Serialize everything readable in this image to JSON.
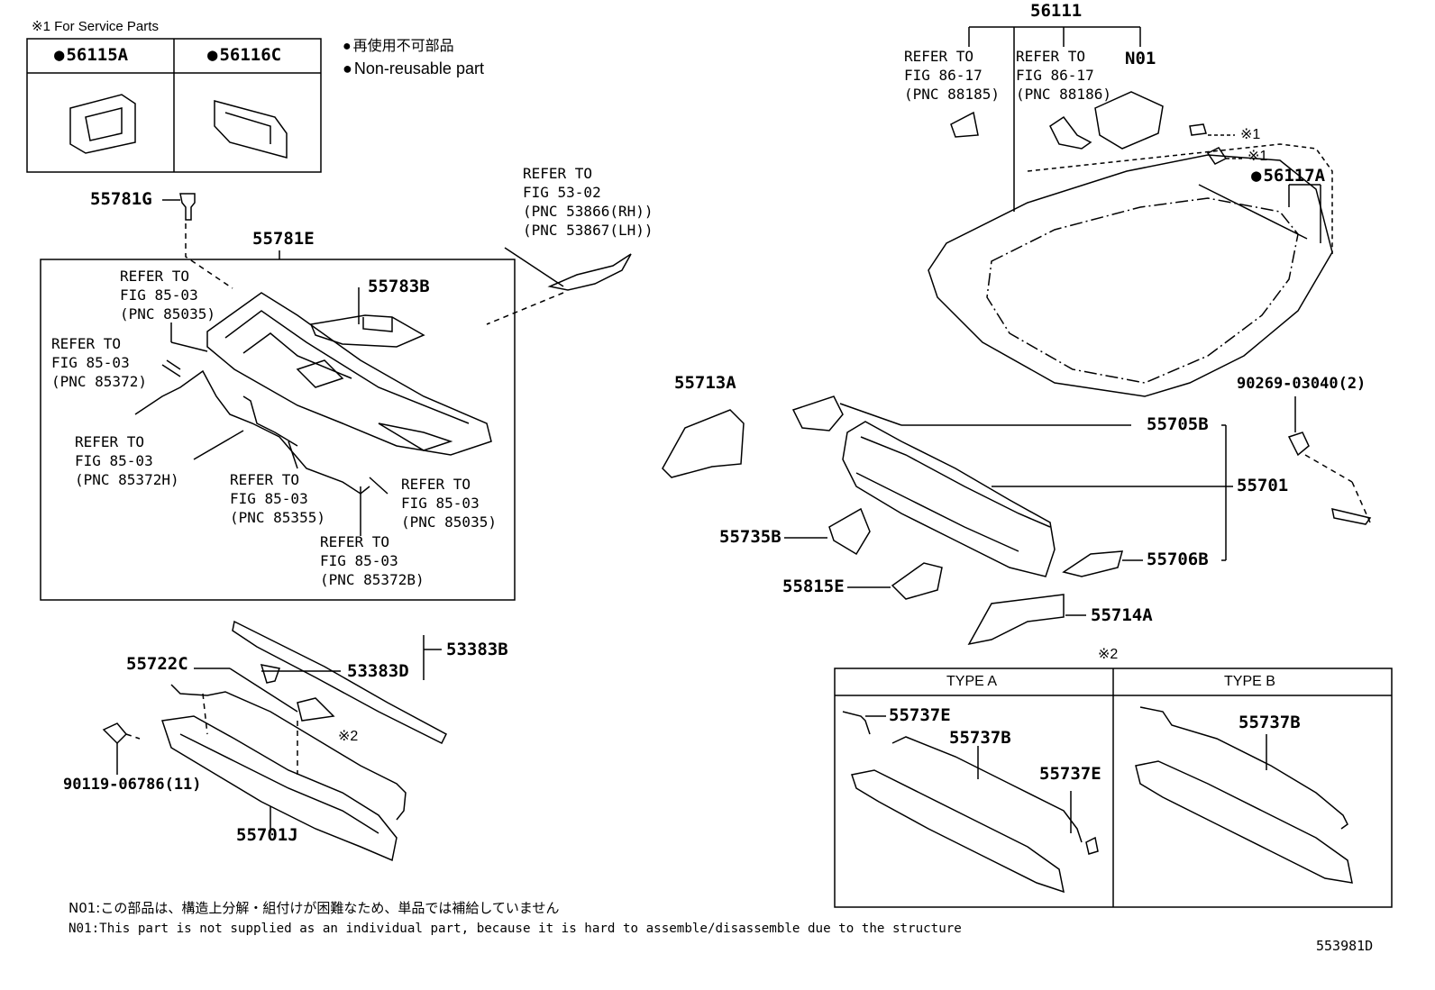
{
  "service_parts": {
    "header": "※1 For Service Parts",
    "parts": [
      "56115A",
      "56116C"
    ]
  },
  "legend": {
    "jp": "再使用不可部品",
    "en": "Non-reusable part"
  },
  "labels": {
    "p55781G": "55781G",
    "p55781E": "55781E",
    "p55783B": "55783B",
    "p53383B": "53383B",
    "p53383D": "53383D",
    "p55722C": "55722C",
    "p90119": "90119-06786(11)",
    "p55701J": "55701J",
    "mark2_left": "※2",
    "p56111": "56111",
    "pN01": "N01",
    "mark1_a": "※1",
    "mark1_b": "※1",
    "p56117A": "56117A",
    "p90269": "90269-03040(2)",
    "p55713A": "55713A",
    "p55705B": "55705B",
    "p55701": "55701",
    "p55735B": "55735B",
    "p55706B": "55706B",
    "p55815E": "55815E",
    "p55714A": "55714A"
  },
  "references": {
    "r53": "REFER TO\nFIG 53-02\n(PNC 53866(RH))\n(PNC 53867(LH))",
    "r85035a": "REFER TO\nFIG 85-03\n(PNC 85035)",
    "r85372": "REFER TO\nFIG 85-03\n(PNC 85372)",
    "r85372H": "REFER TO\nFIG 85-03\n(PNC 85372H)",
    "r85355": "REFER TO\nFIG 85-03\n(PNC 85355)",
    "r85035b": "REFER TO\nFIG 85-03\n(PNC 85035)",
    "r85372B": "REFER TO\nFIG 85-03\n(PNC 85372B)",
    "r88185": "REFER TO\nFIG 86-17\n(PNC 88185)",
    "r88186": "REFER TO\nFIG 86-17\n(PNC 88186)"
  },
  "types_box": {
    "mark": "※2",
    "type_a": "TYPE A",
    "type_b": "TYPE B",
    "a_labels": [
      "55737E",
      "55737B",
      "55737E"
    ],
    "b_label": "55737B"
  },
  "notes": {
    "jp": "N01:この部品は、構造上分解・組付けが困難なため、単品では補給していません",
    "en": "N01:This part is not supplied as an individual part, because it is hard to assemble/disassemble due to the structure"
  },
  "figure_id": "553981D"
}
